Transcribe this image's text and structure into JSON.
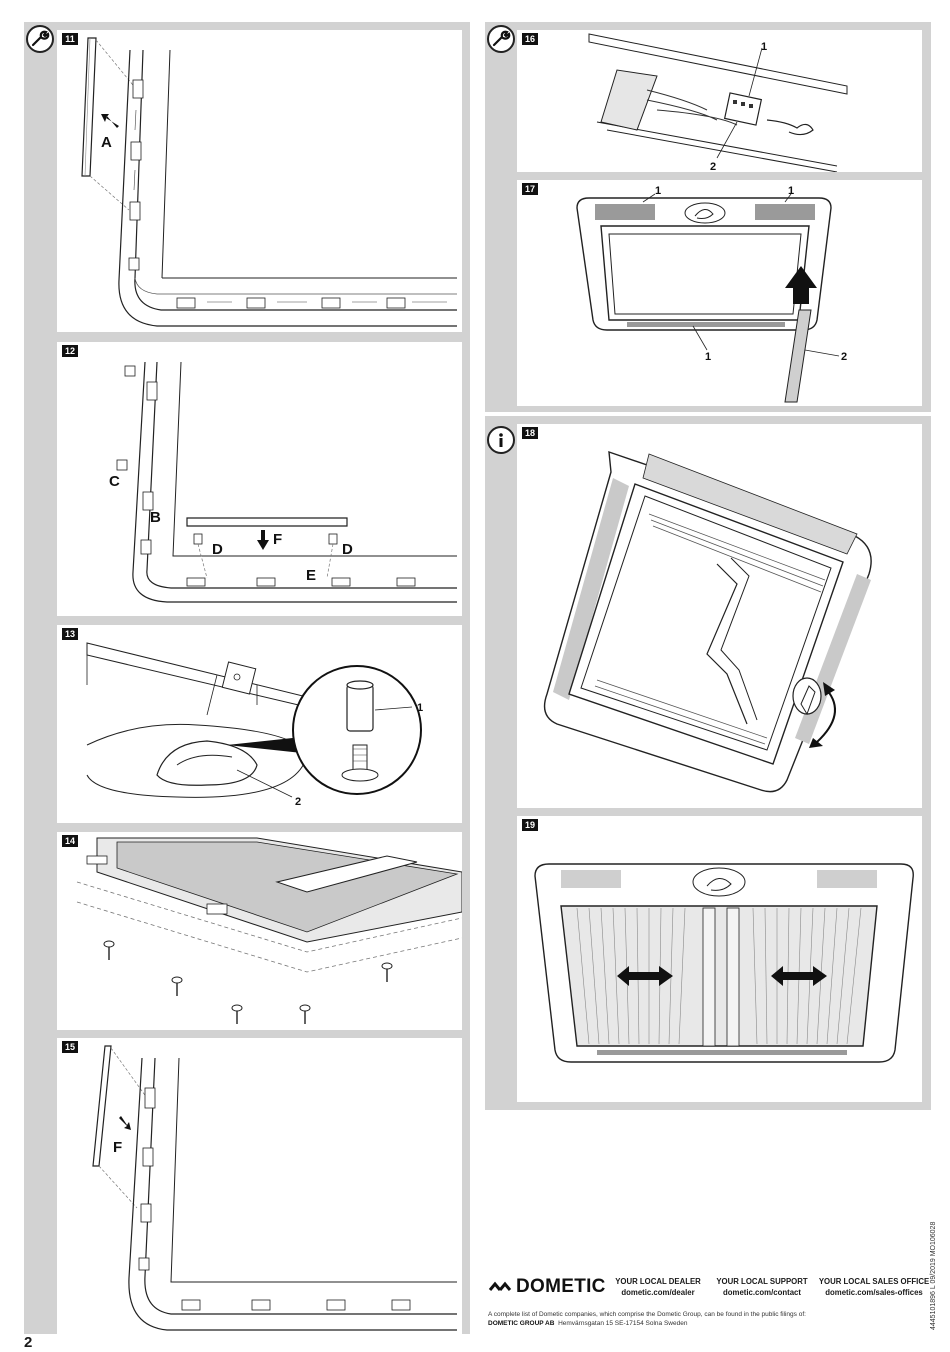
{
  "page_number": "2",
  "steps": {
    "s11": {
      "num": "11",
      "labels": [
        "A"
      ]
    },
    "s12": {
      "num": "12",
      "labels": [
        "C",
        "B",
        "F",
        "D",
        "D",
        "E"
      ]
    },
    "s13": {
      "num": "13",
      "labels": [
        "1",
        "2"
      ]
    },
    "s14": {
      "num": "14"
    },
    "s15": {
      "num": "15",
      "labels": [
        "F"
      ]
    },
    "s16": {
      "num": "16",
      "labels": [
        "1",
        "2"
      ]
    },
    "s17": {
      "num": "17",
      "labels": [
        "1",
        "1",
        "1",
        "2"
      ]
    },
    "s18": {
      "num": "18"
    },
    "s19": {
      "num": "19"
    }
  },
  "icons": {
    "left_column": "wrench-icon",
    "right_top": "wrench-icon",
    "right_info": "info-icon"
  },
  "footer": {
    "logo": "DOMETIC",
    "dealer": {
      "heading": "YOUR LOCAL DEALER",
      "url": "dometic.com/dealer"
    },
    "support": {
      "heading": "YOUR LOCAL SUPPORT",
      "url": "dometic.com/contact"
    },
    "sales": {
      "heading": "YOUR LOCAL SALES OFFICE",
      "url": "dometic.com/sales-offices"
    },
    "legal_line": "A complete list of Dometic companies, which comprise the Dometic Group, can be found in the public filings of:",
    "company": "DOMETIC GROUP AB",
    "address": "Hemvärnsgatan 15    SE-17154 Solna    Sweden",
    "doc_ref": "4445101896 L   09/2019   MO106028"
  },
  "colors": {
    "frame": "#d2d2d2",
    "ink": "#1a1a1a",
    "accent_gray": "#9a9a9a"
  }
}
